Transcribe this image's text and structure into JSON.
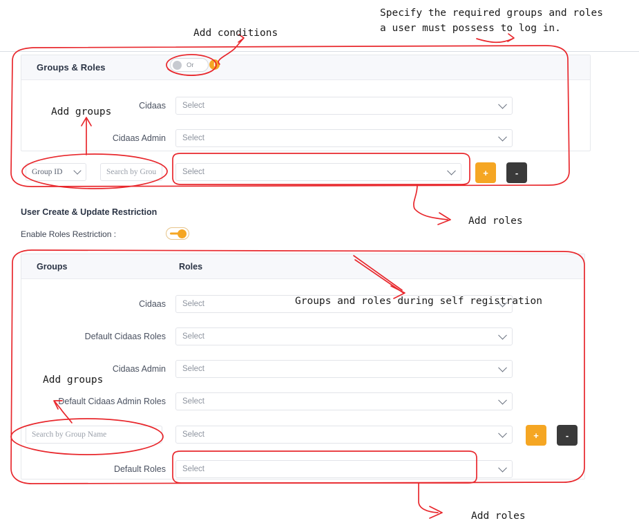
{
  "annotations": [
    {
      "id": "add-conditions",
      "text": "Add conditions"
    },
    {
      "id": "login-requirement",
      "line1": "Specify the required groups and roles",
      "line2": "a user must possess to log in."
    },
    {
      "id": "add-groups-top",
      "text": "Add groups"
    },
    {
      "id": "add-roles-top",
      "text": "Add roles"
    },
    {
      "id": "self-registration",
      "text": "Groups and roles during self registration"
    },
    {
      "id": "add-groups-bottom",
      "text": "Add groups"
    },
    {
      "id": "add-roles-bottom",
      "text": "Add roles"
    }
  ],
  "annotation_color": "#e8272c",
  "accent_orange": "#f5a623",
  "accent_dark": "#3a3a3a",
  "login_panel": {
    "title": "Groups & Roles",
    "condition_toggle": {
      "label": "Or",
      "state": "off"
    },
    "info_icon": "info-icon",
    "rows": [
      {
        "label": "Cidaas",
        "select_value": "Select"
      },
      {
        "label": "Cidaas Admin",
        "select_value": "Select"
      }
    ],
    "search_row": {
      "group_mode": "Group ID",
      "search_placeholder": "Search by Group Name",
      "search_display": "Search by Grou",
      "select_value": "Select",
      "add_button": "+",
      "remove_button": "-"
    }
  },
  "restriction_section": {
    "title": "User Create & Update Restriction",
    "toggle_label": "Enable Roles Restriction :",
    "toggle_state": "on"
  },
  "registration_panel": {
    "columns": {
      "groups": "Groups",
      "roles": "Roles"
    },
    "rows": [
      {
        "label": "Cidaas",
        "select_value": "Select"
      },
      {
        "label": "Default Cidaas Roles",
        "select_value": "Select"
      },
      {
        "label": "Cidaas Admin",
        "select_value": "Select"
      },
      {
        "label": "Default Cidaas Admin Roles",
        "select_value": "Select"
      }
    ],
    "search_row": {
      "search_placeholder": "Search by Group Name",
      "select_value": "Select",
      "add_button": "+",
      "remove_button": "-"
    },
    "default_roles_row": {
      "label": "Default Roles",
      "select_value": "Select"
    }
  }
}
